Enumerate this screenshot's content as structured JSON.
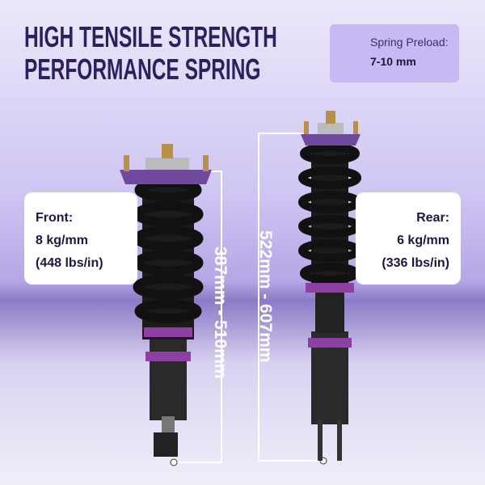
{
  "title": {
    "line1": "HIGH TENSILE STRENGTH",
    "line2": "PERFORMANCE SPRING"
  },
  "preload": {
    "label": "Spring Preload:",
    "value": "7-10 mm",
    "icon": "spring-icon"
  },
  "front": {
    "label": "Front:",
    "rate": "8 kg/mm",
    "rate_imperial": "(448 lbs/in)",
    "length": "387mm - 510mm"
  },
  "rear": {
    "label": "Rear:",
    "rate": "6 kg/mm",
    "rate_imperial": "(336 lbs/in)",
    "length": "522mm - 607mm"
  },
  "colors": {
    "accent": "#7b4fb0",
    "title": "#2b2160"
  }
}
